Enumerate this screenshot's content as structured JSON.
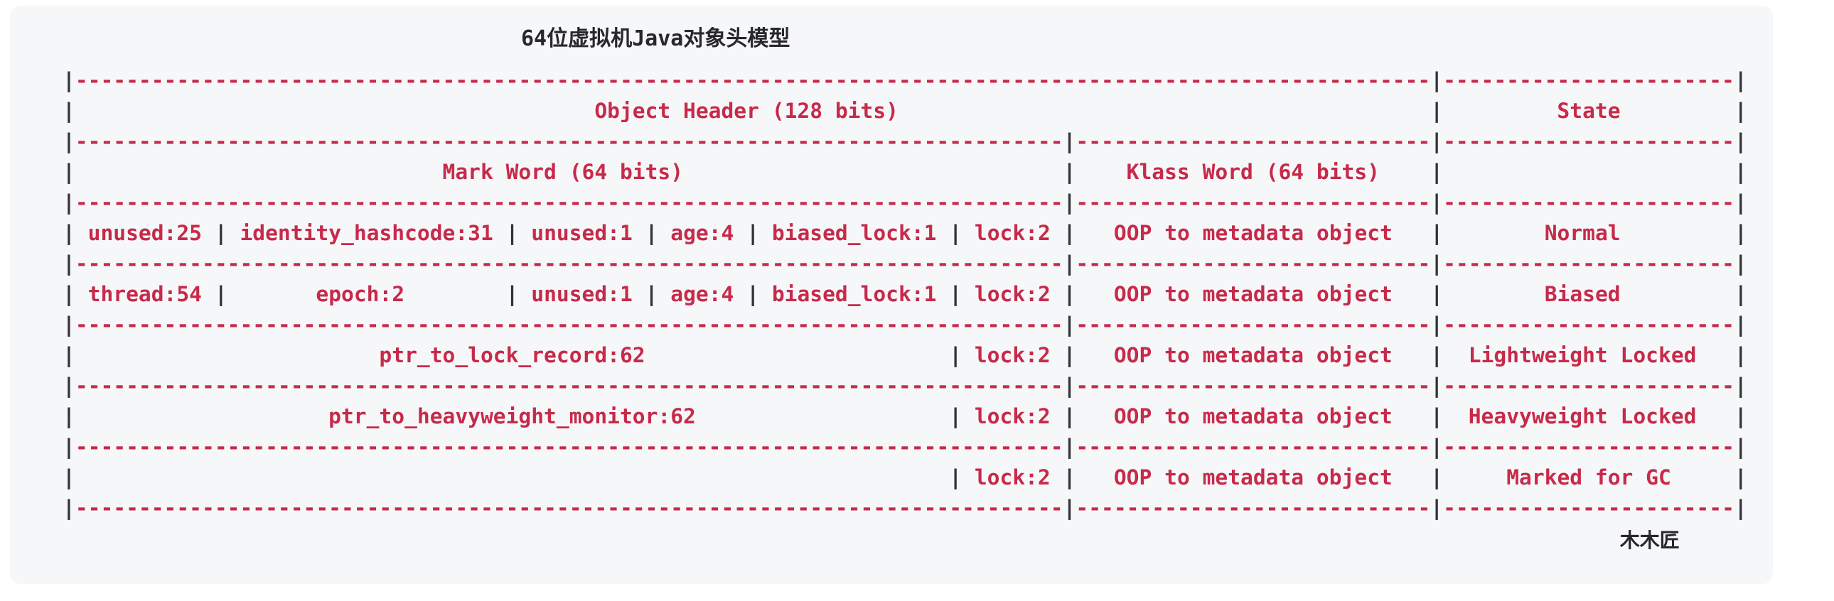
{
  "title": "64位虚拟机Java对象头模型",
  "footer": "木木匠",
  "colors": {
    "background": "#ffffff",
    "card_background": "#f6f7f9",
    "accent_red": "#c72a4a",
    "pipe_dark": "#323237",
    "heading_dark": "#28282c"
  },
  "diagram": {
    "lines": [
      [
        "|",
        [
          "-",
          107
        ],
        "|",
        [
          "-",
          23
        ],
        "|"
      ],
      [
        "|",
        [
          " ",
          41
        ],
        "Object Header (128 bits)",
        [
          " ",
          42
        ],
        "|",
        [
          " ",
          9
        ],
        "State",
        [
          " ",
          9
        ],
        "|"
      ],
      [
        "|",
        [
          "-",
          78
        ],
        "|",
        [
          "-",
          28
        ],
        "|",
        [
          "-",
          23
        ],
        "|"
      ],
      [
        "|",
        [
          " ",
          29
        ],
        "Mark Word (64 bits)",
        [
          " ",
          30
        ],
        "|",
        [
          " ",
          4
        ],
        "Klass Word (64 bits)",
        [
          " ",
          4
        ],
        "|",
        [
          " ",
          23
        ],
        "|"
      ],
      [
        "|",
        [
          "-",
          78
        ],
        "|",
        [
          "-",
          28
        ],
        "|",
        [
          "-",
          23
        ],
        "|"
      ],
      [
        "| unused:25 | identity_hashcode:31 | unused:1 | age:4 | biased_lock:1 | lock:2 |",
        [
          " ",
          3
        ],
        "OOP to metadata object",
        [
          " ",
          3
        ],
        "|",
        [
          " ",
          8
        ],
        "Normal",
        [
          " ",
          9
        ],
        "|"
      ],
      [
        "|",
        [
          "-",
          78
        ],
        "|",
        [
          "-",
          28
        ],
        "|",
        [
          "-",
          23
        ],
        "|"
      ],
      [
        "| thread:54 |",
        [
          " ",
          7
        ],
        "epoch:2",
        [
          " ",
          8
        ],
        "| unused:1 | age:4 | biased_lock:1 | lock:2 |",
        [
          " ",
          3
        ],
        "OOP to metadata object",
        [
          " ",
          3
        ],
        "|",
        [
          " ",
          8
        ],
        "Biased",
        [
          " ",
          9
        ],
        "|"
      ],
      [
        "|",
        [
          "-",
          78
        ],
        "|",
        [
          "-",
          28
        ],
        "|",
        [
          "-",
          23
        ],
        "|"
      ],
      [
        "|",
        [
          " ",
          24
        ],
        "ptr_to_lock_record:62",
        [
          " ",
          24
        ],
        "| lock:2 |",
        [
          " ",
          3
        ],
        "OOP to metadata object",
        [
          " ",
          3
        ],
        "|",
        [
          " ",
          2
        ],
        "Lightweight Locked",
        [
          " ",
          3
        ],
        "|"
      ],
      [
        "|",
        [
          "-",
          78
        ],
        "|",
        [
          "-",
          28
        ],
        "|",
        [
          "-",
          23
        ],
        "|"
      ],
      [
        "|",
        [
          " ",
          20
        ],
        "ptr_to_heavyweight_monitor:62",
        [
          " ",
          20
        ],
        "| lock:2 |",
        [
          " ",
          3
        ],
        "OOP to metadata object",
        [
          " ",
          3
        ],
        "|",
        [
          " ",
          2
        ],
        "Heavyweight Locked",
        [
          " ",
          3
        ],
        "|"
      ],
      [
        "|",
        [
          "-",
          78
        ],
        "|",
        [
          "-",
          28
        ],
        "|",
        [
          "-",
          23
        ],
        "|"
      ],
      [
        "|",
        [
          " ",
          69
        ],
        "| lock:2 |",
        [
          " ",
          3
        ],
        "OOP to metadata object",
        [
          " ",
          3
        ],
        "|",
        [
          " ",
          5
        ],
        "Marked for GC",
        [
          " ",
          5
        ],
        "|"
      ],
      [
        "|",
        [
          "-",
          78
        ],
        "|",
        [
          "-",
          28
        ],
        "|",
        [
          "-",
          23
        ],
        "|"
      ]
    ]
  },
  "semantics": {
    "object_header_label": "Object Header (128 bits)",
    "state_column_label": "State",
    "mark_word_label": "Mark Word (64 bits)",
    "klass_word_label": "Klass Word (64 bits)",
    "klass_word_value": "OOP to metadata object",
    "states": [
      {
        "mark_word_fields": [
          "unused:25",
          "identity_hashcode:31",
          "unused:1",
          "age:4",
          "biased_lock:1",
          "lock:2"
        ],
        "klass_word": "OOP to metadata object",
        "state": "Normal"
      },
      {
        "mark_word_fields": [
          "thread:54",
          "epoch:2",
          "unused:1",
          "age:4",
          "biased_lock:1",
          "lock:2"
        ],
        "klass_word": "OOP to metadata object",
        "state": "Biased"
      },
      {
        "mark_word_fields": [
          "ptr_to_lock_record:62",
          "lock:2"
        ],
        "klass_word": "OOP to metadata object",
        "state": "Lightweight Locked"
      },
      {
        "mark_word_fields": [
          "ptr_to_heavyweight_monitor:62",
          "lock:2"
        ],
        "klass_word": "OOP to metadata object",
        "state": "Heavyweight Locked"
      },
      {
        "mark_word_fields": [
          "lock:2"
        ],
        "klass_word": "OOP to metadata object",
        "state": "Marked for GC"
      }
    ]
  }
}
